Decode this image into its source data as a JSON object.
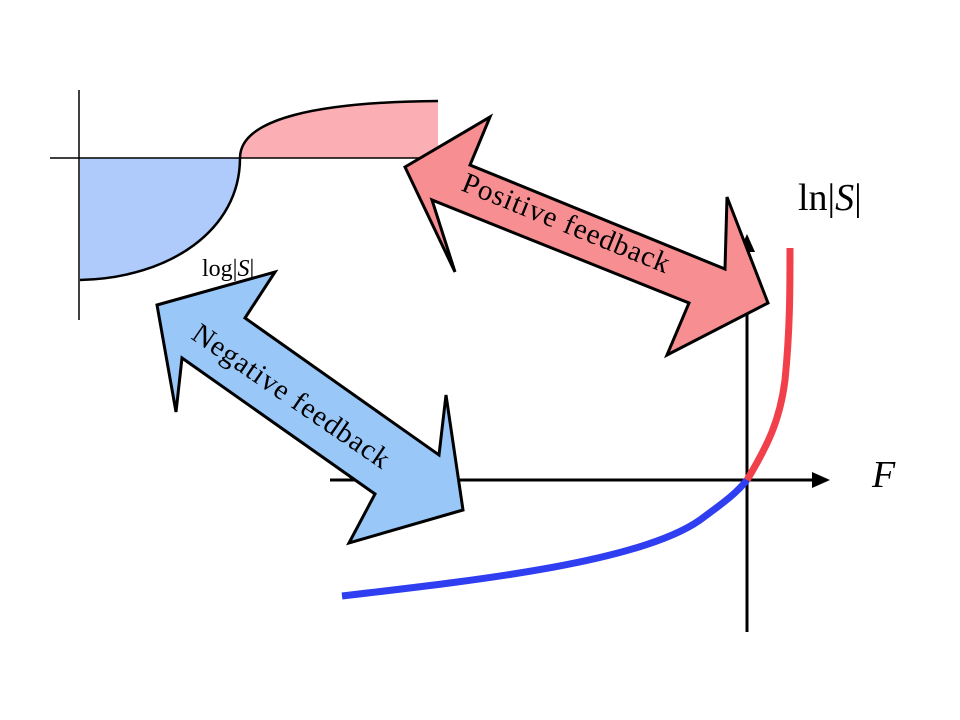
{
  "colors": {
    "background": "#ffffff",
    "axis": "#000000",
    "negative_region": "#aecbfb",
    "positive_region": "#fbaeb3",
    "curve_positive": "#f2404a",
    "curve_negative": "#2f3ef0",
    "positive_arrow_fill": "#f78f92",
    "negative_arrow_fill": "#99c7f8"
  },
  "labels": {
    "log_s_prefix": "log|",
    "log_s_var": "S",
    "log_s_suffix": "|",
    "ln_s_prefix": "ln|",
    "ln_s_var": "S",
    "ln_s_suffix": "|",
    "f_axis": "F",
    "positive_feedback": "Positive feedback",
    "negative_feedback": "Negative feedback"
  }
}
